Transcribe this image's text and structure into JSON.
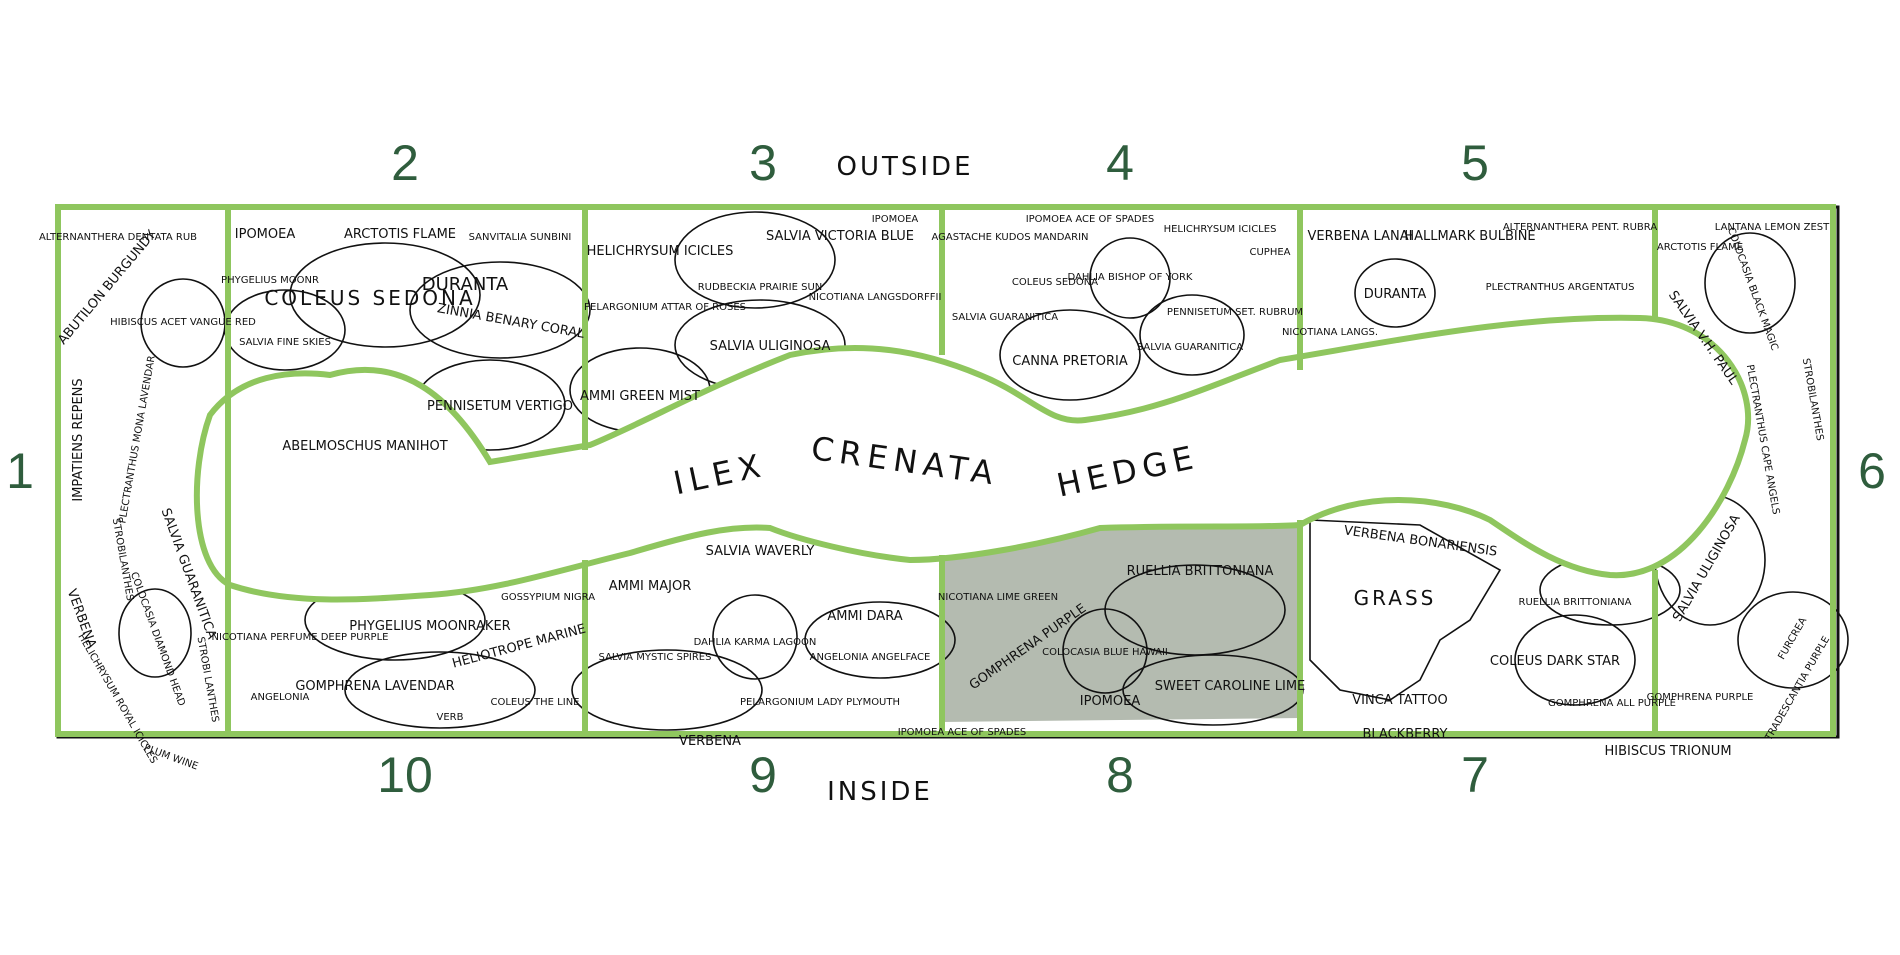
{
  "labels": {
    "outside": "OUTSIDE",
    "inside": "INSIDE",
    "hedge": [
      "ILEX",
      "CRENATA",
      "HEDGE"
    ]
  },
  "sections": [
    "1",
    "2",
    "3",
    "4",
    "5",
    "6",
    "7",
    "8",
    "9",
    "10"
  ],
  "plants": {
    "s1": [
      "ALTERNANTHERA DENTATA RUB",
      "ABUTILON BURGUNDY",
      "HIBISCUS ACET VANGUE RED",
      "IMPATIENS REPENS",
      "PLECTRANTHUS MONA LAVENDAR",
      "SALVIA GUARANITICA",
      "STROBILANTHES",
      "VERBENA",
      "COLOCASIA DIAMOND HEAD",
      "HELICHRYSUM ROYAL ICICLES",
      "STROBI LANTHES"
    ],
    "s2": [
      "IPOMOEA",
      "ARCTOTIS FLAME",
      "SANVITALIA SUNBINI",
      "PHYGELIUS MOONR",
      "COLEUS SEDONA",
      "DURANTA",
      "ZINNIA BENARY CORAL",
      "SALVIA FINE SKIES",
      "PENNISETUM VERTIGO",
      "ABELMOSCHUS MANIHOT"
    ],
    "s3": [
      "HELICHRYSUM ICICLES",
      "SALVIA VICTORIA BLUE",
      "IPOMOEA",
      "RUDBECKIA PRAIRIE SUN",
      "PELARGONIUM ATTAR OF ROSES",
      "NICOTIANA LANGSDORFFII",
      "SALVIA ULIGINOSA",
      "AMMI GREEN MIST"
    ],
    "s4": [
      "AGASTACHE KUDOS MANDARIN",
      "IPOMOEA ACE OF SPADES",
      "HELICHRYSUM ICICLES",
      "COLEUS SEDONA",
      "DAHLIA BISHOP OF YORK",
      "CUPHEA",
      "SALVIA GUARANITICA",
      "PENNISETUM SET. RUBRUM",
      "CANNA PRETORIA",
      "SALVIA GUARANITICA"
    ],
    "s5": [
      "VERBENA LANAI",
      "HALLMARK BULBINE",
      "ALTERNANTHERA PENT. RUBRA",
      "DURANTA",
      "NICOTIANA LANGS.",
      "PLECTRANTHUS ARGENTATUS"
    ],
    "s6": [
      "LANTANA LEMON ZEST",
      "ARCTOTIS FLAME",
      "COLOCASIA BLACK MAGIC",
      "SALVIA V.H. PAUL",
      "PLECTRANTHUS CAPE ANGELS",
      "STROBILANTHES",
      "FURCREA",
      "SALVIA ULIGINOSA",
      "GOMPHRENA PURPLE",
      "TRADESCANTIA PURPLE"
    ],
    "s7": [
      "VERBENA BONARIENSIS",
      "GRASS",
      "RUELLIA BRITTONIANA",
      "COLEUS DARK STAR",
      "VINCA TATTOO",
      "GOMPHRENA ALL PURPLE",
      "BLACKBERRY",
      "HIBISCUS TRIONUM"
    ],
    "s8": [
      "RUELLIA BRITTONIANA",
      "NICOTIANA LIME GREEN",
      "GOMPHRENA PURPLE",
      "COLOCASIA BLUE HAWAII",
      "SWEET CAROLINE LIME",
      "IPOMOEA",
      "IPOMOEA ACE OF SPADES"
    ],
    "s9": [
      "SALVIA WAVERLY",
      "AMMI MAJOR",
      "AMMI DARA",
      "SALVIA MYSTIC SPIRES",
      "DAHLIA KARMA LAGOON",
      "ANGELONIA ANGELFACE",
      "PELARGONIUM LADY PLYMOUTH",
      "VERBENA"
    ],
    "s10": [
      "NICOTIANA PERFUME DEEP PURPLE",
      "PHYGELIUS MOONRAKER",
      "GOSSYPIUM NIGRA",
      "HELIOTROPE MARINE",
      "ANGELONIA",
      "GOMPHRENA LAVENDAR",
      "VERB",
      "COLEUS THE LINE",
      "PLUM WINE"
    ]
  },
  "colors": {
    "bed_outline": "#8fc65e",
    "section_number": "#2f5d3d",
    "ink": "#111111",
    "shaded_section": "#b4bbb0"
  }
}
